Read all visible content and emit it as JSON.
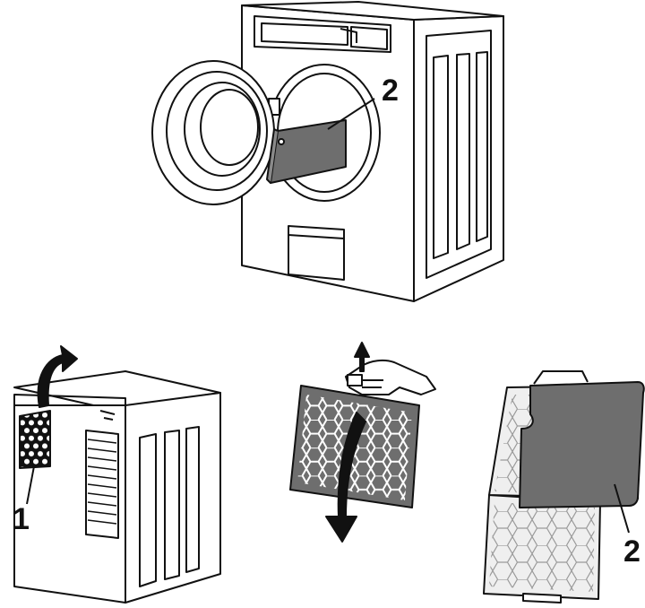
{
  "callouts": {
    "top_filter": "2",
    "cover_filter": "1",
    "drawer_filter": "2"
  },
  "colors": {
    "line": "#111111",
    "filter_panel": "#6e6e6e",
    "mesh_fill": "#d9d9d9",
    "mesh_light": "#efefef",
    "background": "#ffffff"
  }
}
